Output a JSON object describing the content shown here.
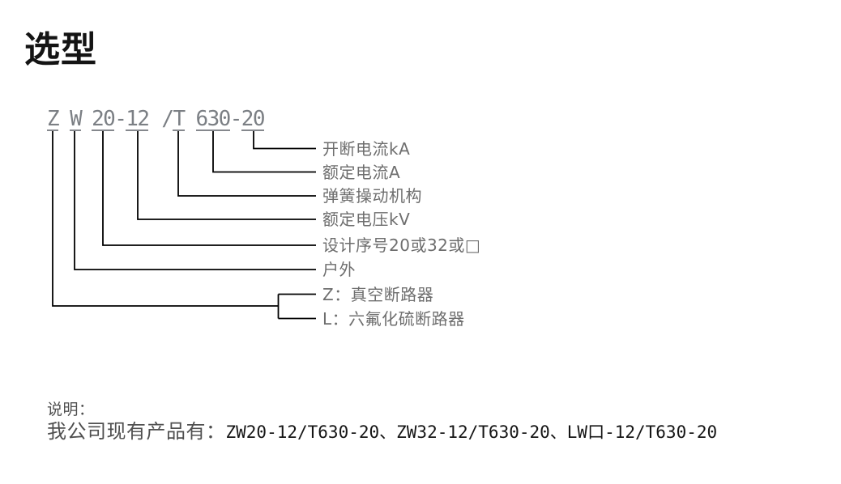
{
  "page": {
    "title": "选型"
  },
  "model": {
    "full_code": "Z W 20-12 /T 630-20",
    "segments": [
      {
        "text": "Z",
        "underlined": true
      },
      {
        "text": "W",
        "underlined": true
      },
      {
        "text": "20",
        "underlined": true
      },
      {
        "text": "-",
        "underlined": false
      },
      {
        "text": "12",
        "underlined": true
      },
      {
        "text": "/",
        "underlined": false
      },
      {
        "text": "T",
        "underlined": true
      },
      {
        "text": "630",
        "underlined": true
      },
      {
        "text": "-",
        "underlined": false
      },
      {
        "text": "20",
        "underlined": true
      }
    ]
  },
  "diagram": {
    "labels": [
      {
        "text": "开断电流kA"
      },
      {
        "text": "额定电流A"
      },
      {
        "text": "弹簧操动机构"
      },
      {
        "text": "额定电压kV"
      },
      {
        "text": "设计序号20或32或□"
      },
      {
        "text": "户外"
      },
      {
        "text": "Z：真空断路器"
      },
      {
        "text": "L：六氟化硫断路器"
      }
    ]
  },
  "notes": {
    "heading": "说明：",
    "intro": "我公司现有产品有：",
    "products": "ZW20-12/T630-20、ZW32-12/T630-20、LW口-12/T630-20"
  },
  "colors": {
    "background": "#ffffff",
    "title_text": "#141414",
    "model_text": "#7b7f84",
    "label_text": "#6e6e6e",
    "connector_line": "#000000",
    "note_text": "#4f4f4f",
    "product_code_text": "#151515"
  }
}
